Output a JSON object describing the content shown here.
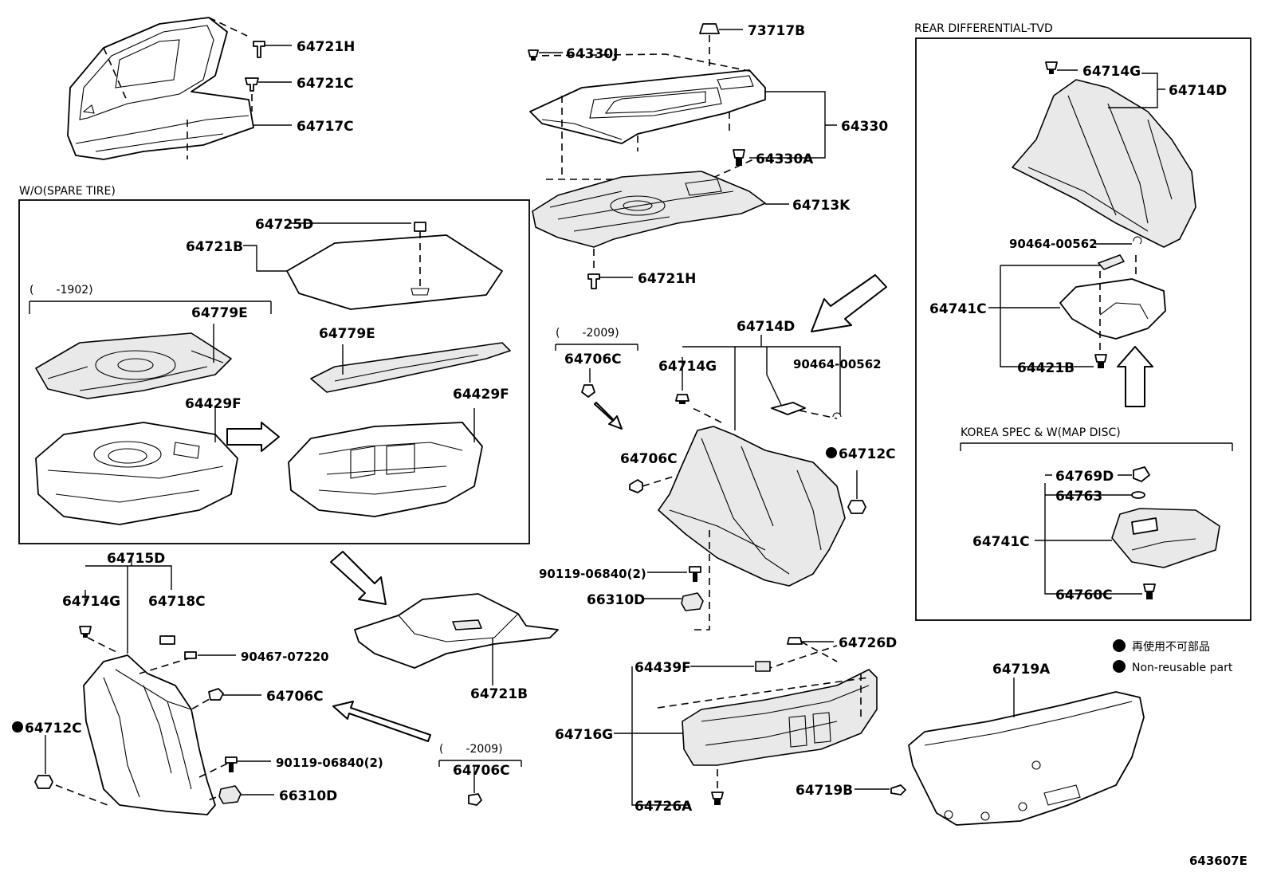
{
  "sections": {
    "wo_spare_tire": "W/O(SPARE TIRE)",
    "rear_diff": "REAR DIFFERENTIAL-TVD",
    "korea_spec": "KOREA SPEC & W(MAP DISC)"
  },
  "date_ranges": {
    "r1902": "(　　-1902)",
    "r2009_a": "(　　-2009)",
    "r2009_b": "(　　-2009)"
  },
  "legend": {
    "jp": "再使用不可部品",
    "en": "Non-reusable part"
  },
  "figure_id": "643607E",
  "parts": {
    "p64721H_top": "64721H",
    "p64721C": "64721C",
    "p64717C": "64717C",
    "p64330J": "64330J",
    "p73717B": "73717B",
    "p64330": "64330",
    "p64330A": "64330A",
    "p64713K": "64713K",
    "p64721H_mid": "64721H",
    "p64725D": "64725D",
    "p64721B_box": "64721B",
    "p64779E_a": "64779E",
    "p64779E_b": "64779E",
    "p64429F_a": "64429F",
    "p64429F_b": "64429F",
    "p64706C_a": "64706C",
    "p64706C_b": "64706C",
    "p64714D_mid": "64714D",
    "p64714G_mid": "64714G",
    "p90464_mid": "90464-00562",
    "p64712C_mid": "64712C",
    "p90119_mid": "90119-06840(2)",
    "p66310D_mid": "66310D",
    "p64715D": "64715D",
    "p64714G_left": "64714G",
    "p64718C": "64718C",
    "p90467": "90467-07220",
    "p64706C_left": "64706C",
    "p64712C_left": "64712C",
    "p90119_left": "90119-06840(2)",
    "p66310D_left": "66310D",
    "p64721B_low": "64721B",
    "p64706C_low": "64706C",
    "p64726D": "64726D",
    "p64439F": "64439F",
    "p64716G": "64716G",
    "p64726A": "64726A",
    "p64719A": "64719A",
    "p64719B": "64719B",
    "p64714G_right": "64714G",
    "p64714D_right": "64714D",
    "p90464_right": "90464-00562",
    "p64741C_a": "64741C",
    "p64421B": "64421B",
    "p64769D": "64769D",
    "p64763": "64763",
    "p64741C_b": "64741C",
    "p64760C": "64760C"
  }
}
